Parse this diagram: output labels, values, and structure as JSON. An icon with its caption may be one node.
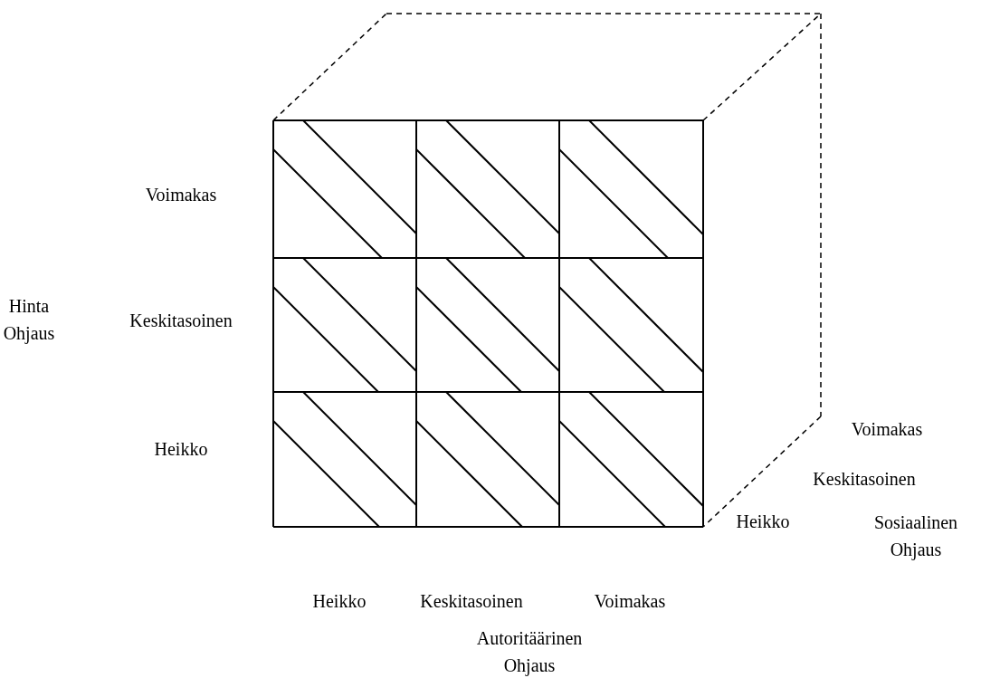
{
  "diagram": {
    "labels": [
      "Voimakas",
      "Hinta Ohjaus",
      "Keskitasoinen",
      "Heikko",
      "Voimakas",
      "Keskitasoinen",
      "Heikko",
      "Sosiaalinen Ohjaus",
      "Heikko",
      "Keskitasoinen",
      "Voimakas",
      "Autoritäärinen Ohjaus"
    ]
  }
}
